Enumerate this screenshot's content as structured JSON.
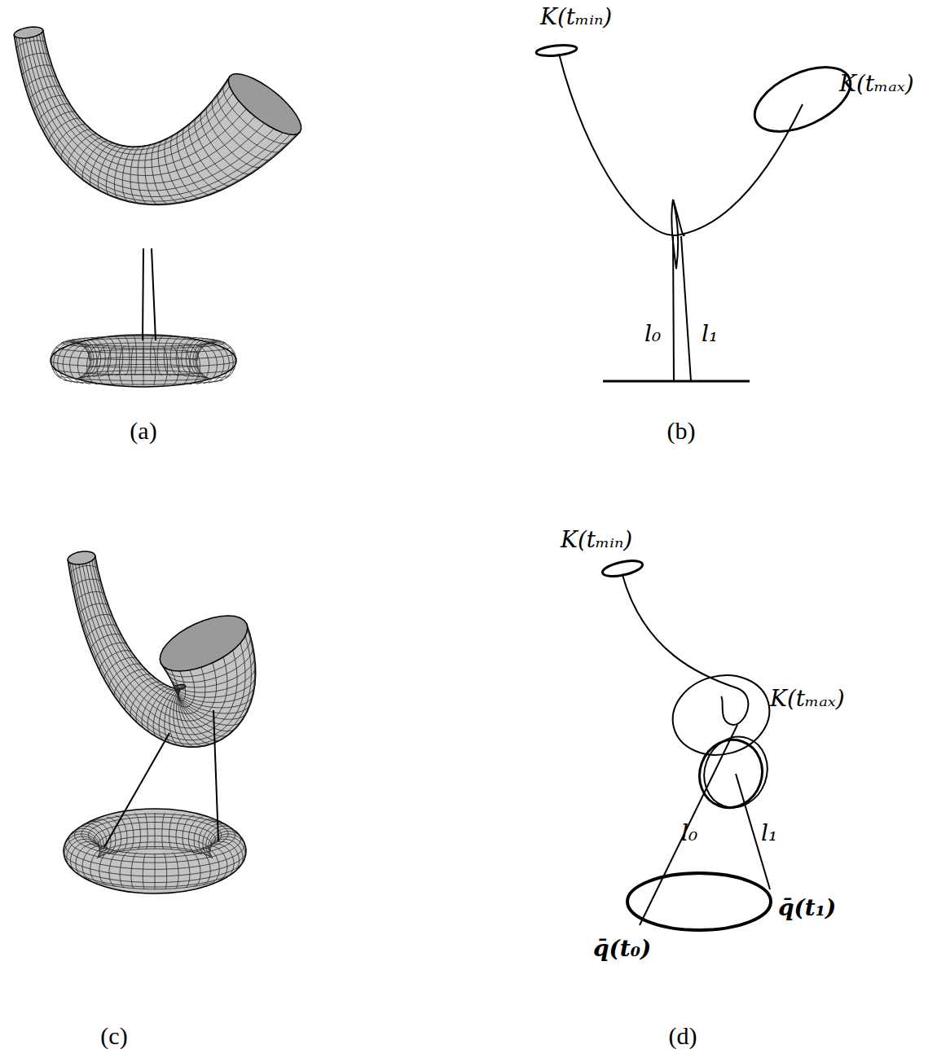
{
  "diagram": {
    "labels": [
      "K(tₘᵢₙ)",
      "K(tₘₐₓ)",
      "l₀",
      "l₁",
      "(a)",
      "(b)",
      "K(tₘᵢₙ)",
      "K(tₘₐₓ)",
      "l₀",
      "l₁",
      "q̄(t₀)",
      "q̄(t₁)",
      "(c)",
      "(d)"
    ]
  }
}
